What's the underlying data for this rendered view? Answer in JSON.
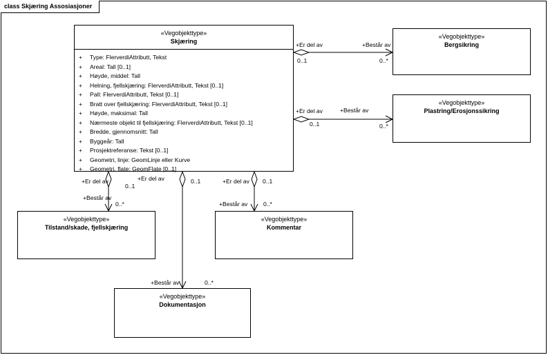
{
  "diagram": {
    "frame_title": "class Skjæring Assosiasjoner",
    "main_class": {
      "stereotype": "«Vegobjekttype»",
      "name": "Skjæring",
      "visibility": "+",
      "attributes": [
        "Type: FlerverdiAttributt, Tekst",
        "Areal: Tall [0..1]",
        "Høyde, middel: Tall",
        "Helning, fjellskjæring: FlerverdiAttributt, Tekst [0..1]",
        "Pall: FlerverdiAttributt, Tekst [0..1]",
        "Bratt over fjellskjæring: FlerverdiAttributt, Tekst [0..1]",
        "Høyde, maksimal: Tall",
        "Nærmeste objekt til fjellskjæring: FlerverdiAttributt, Tekst [0..1]",
        "Bredde, gjennomsnitt: Tall",
        "Byggeår: Tall",
        "Prosjektreferanse: Tekst [0..1]",
        "Geometri, linje: GeomLinje eller Kurve",
        "Geometri, flate: GeomFlate [0..1]"
      ]
    },
    "classes": {
      "bergsikring": {
        "stereotype": "«Vegobjekttype»",
        "name": "Bergsikring"
      },
      "plastring": {
        "stereotype": "«Vegobjekttype»",
        "name": "Plastring/Erosjonssikring"
      },
      "tilstand": {
        "stereotype": "«Vegobjekttype»",
        "name": "Tilstand/skade, fjellskjæring"
      },
      "kommentar": {
        "stereotype": "«Vegobjekttype»",
        "name": "Kommentar"
      },
      "dokumentasjon": {
        "stereotype": "«Vegobjekttype»",
        "name": "Dokumentasjon"
      }
    },
    "associations": {
      "bergsikring": {
        "source_role": "+Er del av",
        "source_mult": "0..1",
        "target_role": "+Består av",
        "target_mult": "0..*"
      },
      "plastring": {
        "source_role": "+Er del av",
        "source_mult": "0..1",
        "target_role": "+Består av",
        "target_mult": "0..*"
      },
      "tilstand": {
        "source_role": "+Er del av",
        "source_mult": "0..1",
        "target_role": "+Består av",
        "target_mult": "0..*"
      },
      "dokumentasjon": {
        "source_role": "+Er del av",
        "source_mult": "0..1",
        "target_role": "+Består av",
        "target_mult": "0..*"
      },
      "kommentar": {
        "source_role": "+Er del av",
        "source_mult": "0..1",
        "target_role": "+Består av",
        "target_mult": "0..*"
      }
    }
  }
}
